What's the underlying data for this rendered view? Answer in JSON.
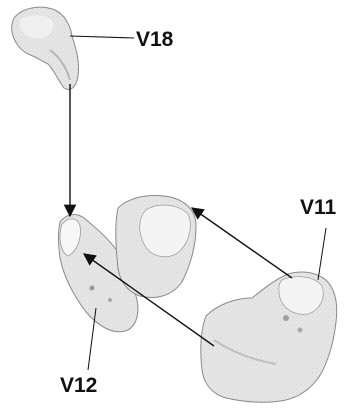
{
  "figure": {
    "labels": {
      "v18": "V18",
      "v11": "V11",
      "v12": "V12"
    },
    "colors": {
      "ink": "#111111",
      "fragment_fill": "#e4e4e4",
      "fragment_shade": "#c6c6c6",
      "fragment_outline": "#8a8a8a",
      "background": "#ffffff"
    }
  }
}
